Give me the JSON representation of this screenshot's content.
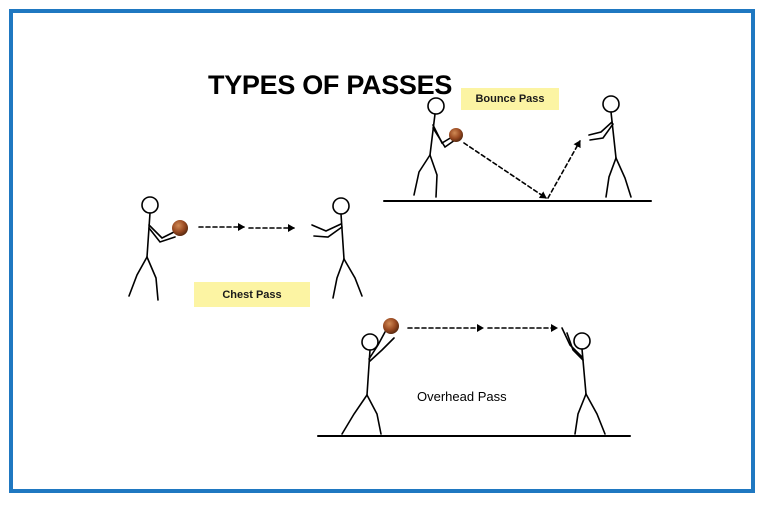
{
  "title": "TYPES OF PASSES",
  "passes": {
    "bounce": {
      "label": "Bounce Pass"
    },
    "chest": {
      "label": "Chest Pass"
    },
    "overhead": {
      "label": "Overhead Pass"
    }
  },
  "colors": {
    "frame_border": "#1f78c1",
    "label_highlight": "#fcf4a3",
    "ball": "#a0522d"
  },
  "icons": [
    "stick-figure",
    "basketball",
    "dashed-arrow",
    "ground-line"
  ]
}
